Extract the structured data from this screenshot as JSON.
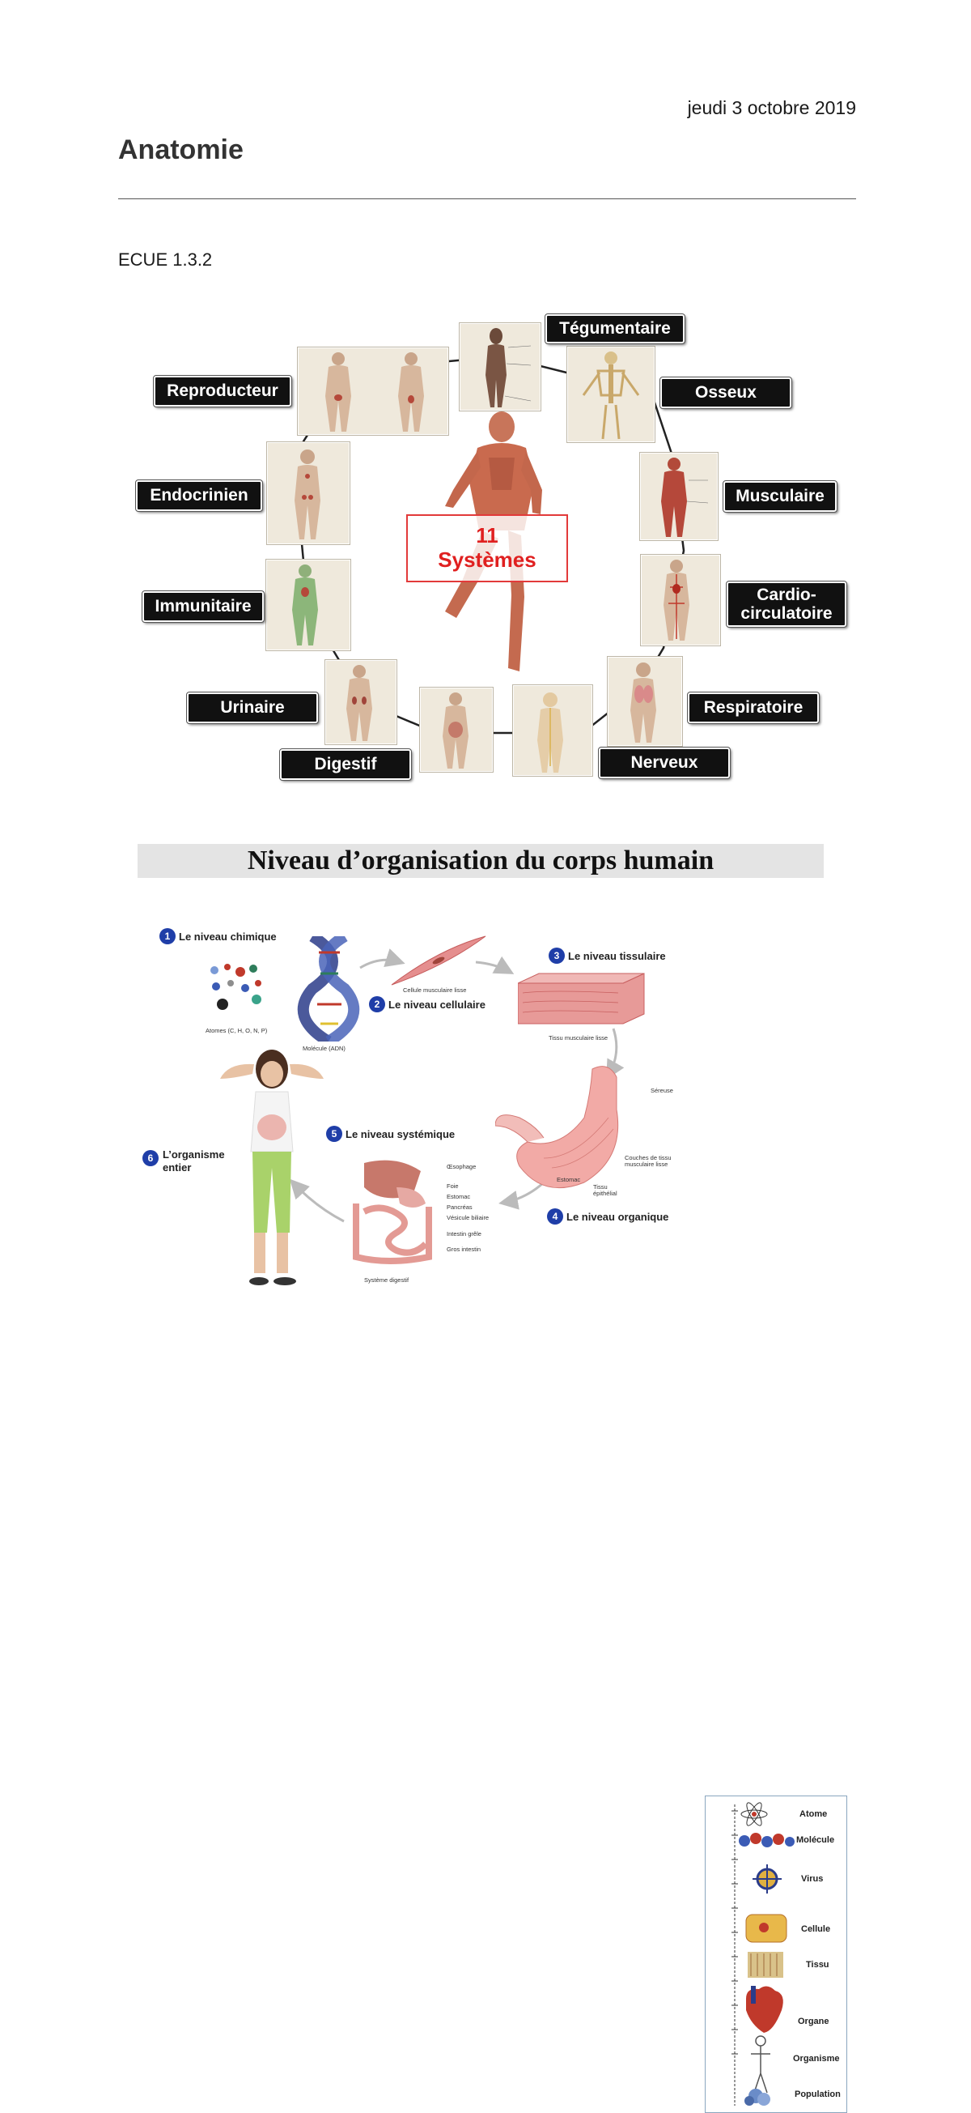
{
  "header": {
    "date": "jeudi 3 octobre 2019",
    "title": "Anatomie",
    "code": "ECUE 1.3.2"
  },
  "systems_figure": {
    "center_line1": "11",
    "center_line2": "Systèmes",
    "labels": {
      "tegumentaire": "Tégumentaire",
      "osseux": "Osseux",
      "musculaire": "Musculaire",
      "cardio_line1": "Cardio-",
      "cardio_line2": "circulatoire",
      "respiratoire": "Respiratoire",
      "nerveux": "Nerveux",
      "digestif": "Digestif",
      "urinaire": "Urinaire",
      "immunitaire": "Immunitaire",
      "endocrinien": "Endocrinien",
      "reproducteur": "Reproducteur"
    }
  },
  "organisation": {
    "banner_title": "Niveau d’organisation du corps humain",
    "levels": [
      {
        "num": "1",
        "label": "Le niveau chimique"
      },
      {
        "num": "2",
        "label": "Le niveau cellulaire"
      },
      {
        "num": "3",
        "label": "Le niveau tissulaire"
      },
      {
        "num": "4",
        "label": "Le niveau organique"
      },
      {
        "num": "5",
        "label": "Le niveau systémique"
      },
      {
        "num": "6",
        "label_line1": "L’organisme",
        "label_line2": "entier"
      }
    ],
    "captions": {
      "atomes": "Atomes (C, H, O, N, P)",
      "molecule": "Molécule (ADN)",
      "cellule": "Cellule musculaire lisse",
      "tissu": "Tissu musculaire lisse",
      "sereuse": "Séreuse",
      "couches": "Couches de tissu musculaire lisse",
      "estomac": "Estomac",
      "tissu_epithelial": "Tissu épithélial",
      "systeme_digestif": "Système digestif"
    },
    "digestive_parts": [
      "Œsophage",
      "Foie",
      "Estomac",
      "Pancréas",
      "Vésicule biliaire",
      "Intestin grêle",
      "Gros intestin"
    ],
    "scale": {
      "items": [
        "Atome",
        "Molécule",
        "Virus",
        "Cellule",
        "Tissu",
        "Organe",
        "Organisme",
        "Population"
      ]
    }
  }
}
